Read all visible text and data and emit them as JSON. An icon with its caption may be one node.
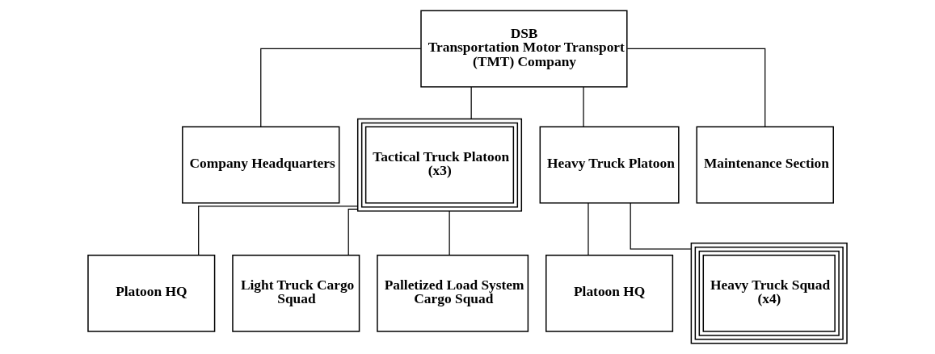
{
  "diagram": {
    "nodes": [
      {
        "text": [
          "DSB",
          "Transportation Motor Transport (TMT) Company"
        ]
      },
      {
        "text": [
          "Company Headquarters"
        ]
      },
      {
        "text": [
          "Tactical Truck Platoon",
          "(x3)"
        ]
      },
      {
        "text": [
          "Heavy Truck Platoon"
        ]
      },
      {
        "text": [
          "Maintenance Section"
        ]
      },
      {
        "text": [
          "Platoon HQ"
        ]
      },
      {
        "text": [
          "Light Truck Cargo Squad"
        ]
      },
      {
        "text": [
          "Palletized Load System Cargo Squad"
        ]
      },
      {
        "text": [
          "Platoon HQ"
        ]
      },
      {
        "text": [
          "Heavy Truck Squad",
          "(x4)"
        ]
      }
    ],
    "edges": [
      {
        "from": 0,
        "to": 1,
        "arrow": "none"
      },
      {
        "from": 0,
        "to": 2,
        "arrow": "none"
      },
      {
        "from": 0,
        "to": 3,
        "arrow": "none"
      },
      {
        "from": 0,
        "to": 4,
        "arrow": "none"
      },
      {
        "from": 2,
        "to": 5,
        "arrow": "none"
      },
      {
        "from": 2,
        "to": 6,
        "arrow": "none"
      },
      {
        "from": 2,
        "to": 7,
        "arrow": "none"
      },
      {
        "from": 3,
        "to": 8,
        "arrow": "none"
      },
      {
        "from": 3,
        "to": 9,
        "arrow": "none"
      }
    ]
  }
}
